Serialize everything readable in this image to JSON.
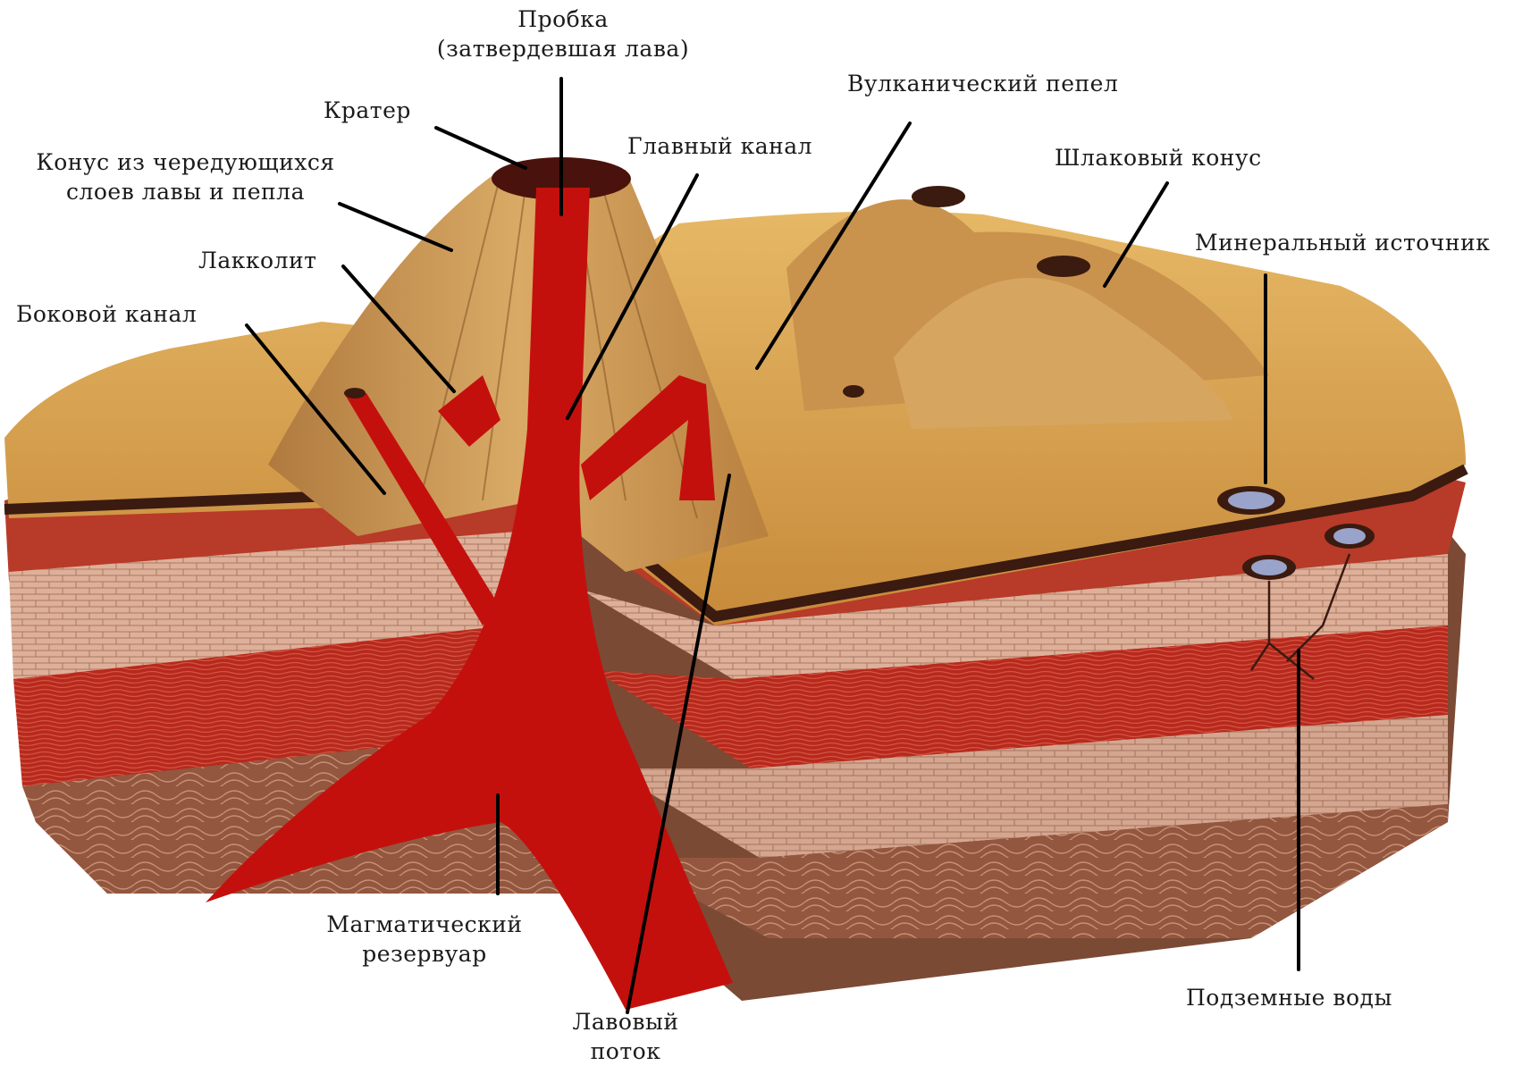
{
  "labels": {
    "plug": {
      "line1": "Пробка",
      "line2": "(затвердевшая лава)"
    },
    "crater": "Кратер",
    "cone": {
      "line1": "Конус из чередующихся",
      "line2": "слоев лавы и пепла"
    },
    "main_channel": "Главный канал",
    "ash": "Вулканический пепел",
    "cinder_cone": "Шлаковый конус",
    "laccolith": "Лакколит",
    "mineral_spring": "Минеральный источник",
    "side_channel": "Боковой канал",
    "magma_reservoir": {
      "line1": "Магматический",
      "line2": "резервуар"
    },
    "lava_flow": {
      "line1": "Лавовый",
      "line2": "поток"
    },
    "groundwater": "Подземные воды"
  },
  "colors": {
    "magma": "#c4100d",
    "sand_top": "#d4a04a",
    "brick_layer": "#d9a58c",
    "red_layer": "#b4281d",
    "deep_layer": "#8a5a45"
  }
}
